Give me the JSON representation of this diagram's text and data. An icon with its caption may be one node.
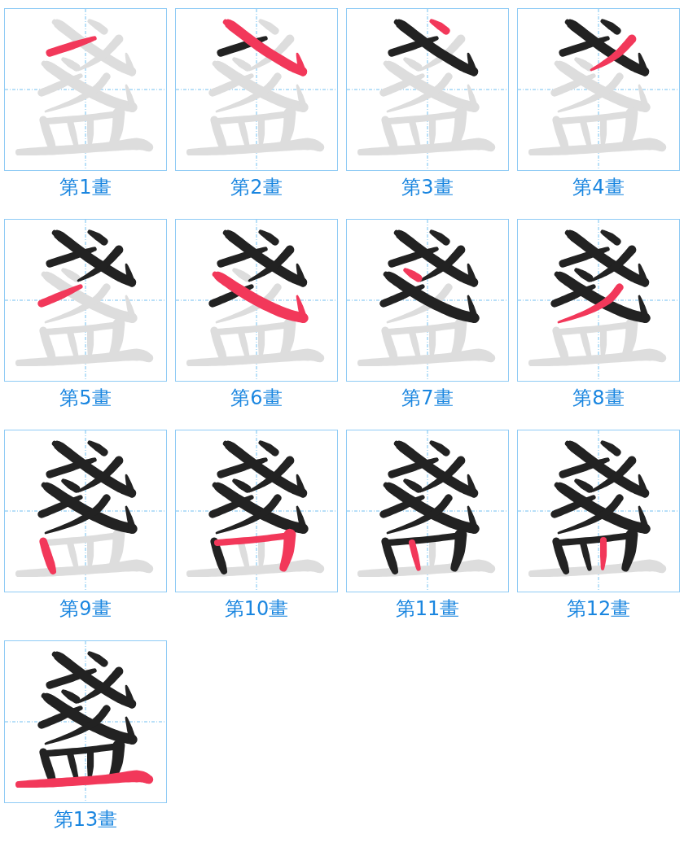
{
  "diagram": {
    "nodes": [
      {
        "text": [],
        "shape": "picture",
        "beside": [
          "第1畫"
        ]
      },
      {
        "text": [],
        "shape": "picture",
        "beside": [
          "第2畫"
        ]
      },
      {
        "text": [],
        "shape": "picture",
        "beside": [
          "第3畫"
        ]
      },
      {
        "text": [],
        "shape": "picture",
        "beside": [
          "第4畫"
        ]
      },
      {
        "text": [],
        "shape": "picture",
        "beside": [
          "第5畫"
        ]
      },
      {
        "text": [],
        "shape": "picture",
        "beside": [
          "第6畫"
        ]
      },
      {
        "text": [],
        "shape": "picture",
        "beside": [
          "第7畫"
        ]
      },
      {
        "text": [],
        "shape": "picture",
        "beside": [
          "第8畫"
        ]
      },
      {
        "text": [],
        "shape": "picture",
        "beside": [
          "第9畫"
        ]
      },
      {
        "text": [],
        "shape": "picture",
        "beside": [
          "第10畫"
        ]
      },
      {
        "text": [],
        "shape": "picture",
        "beside": [
          "第11畫"
        ]
      },
      {
        "text": [],
        "shape": "picture",
        "beside": [
          "第12畫"
        ]
      },
      {
        "text": [],
        "shape": "picture",
        "beside": [
          "第13畫"
        ]
      }
    ]
  }
}
